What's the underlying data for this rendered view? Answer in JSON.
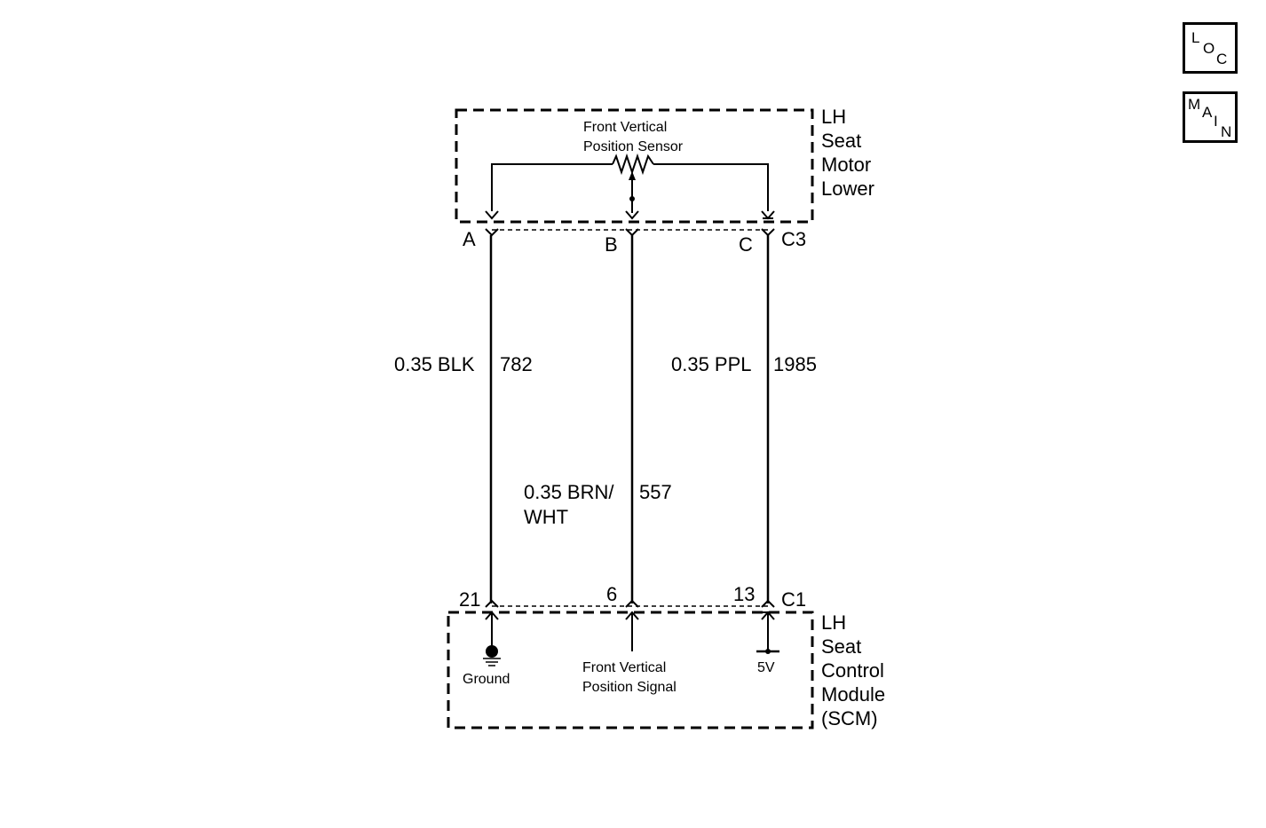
{
  "nav": {
    "loc": [
      "L",
      "O",
      "C"
    ],
    "main": [
      "M",
      "A",
      "I",
      "N"
    ]
  },
  "components": {
    "motor": {
      "name_lines": [
        "LH",
        "Seat",
        "Motor",
        "Lower"
      ],
      "sensor_lines": [
        "Front Vertical",
        "Position Sensor"
      ],
      "connector": "C3",
      "pins": [
        "A",
        "B",
        "C"
      ]
    },
    "module": {
      "name_lines": [
        "LH",
        "Seat",
        "Control",
        "Module",
        "(SCM)"
      ],
      "connector": "C1",
      "pins": [
        "21",
        "6",
        "13"
      ],
      "ground_label": "Ground",
      "signal_lines": [
        "Front Vertical",
        "Position Signal"
      ],
      "supply_label": "5V"
    }
  },
  "wires": [
    {
      "size": "0.35",
      "color": "BLK",
      "circuit": "782"
    },
    {
      "size": "0.35",
      "color_lines": [
        "BRN/",
        "WHT"
      ],
      "circuit": "557"
    },
    {
      "size": "0.35",
      "color": "PPL",
      "circuit": "1985"
    }
  ],
  "wire_labels": {
    "left": "0.35 BLK",
    "left_circuit": "782",
    "mid_line1": "0.35 BRN/",
    "mid_line2": "WHT",
    "mid_circuit": "557",
    "right": "0.35 PPL",
    "right_circuit": "1985"
  }
}
